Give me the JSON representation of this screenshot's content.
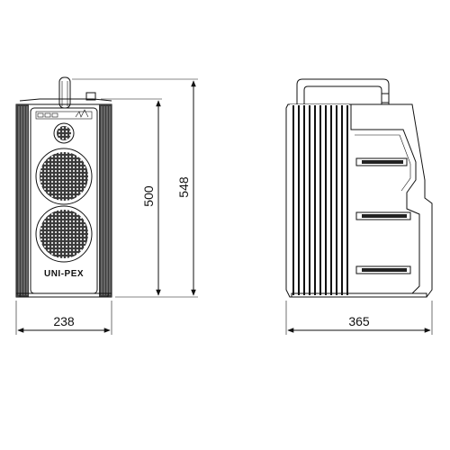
{
  "front_view": {
    "brand": "UNI-PEX",
    "width_label": "238",
    "body_height_label": "500",
    "total_height_label": "548"
  },
  "side_view": {
    "depth_label": "365"
  }
}
